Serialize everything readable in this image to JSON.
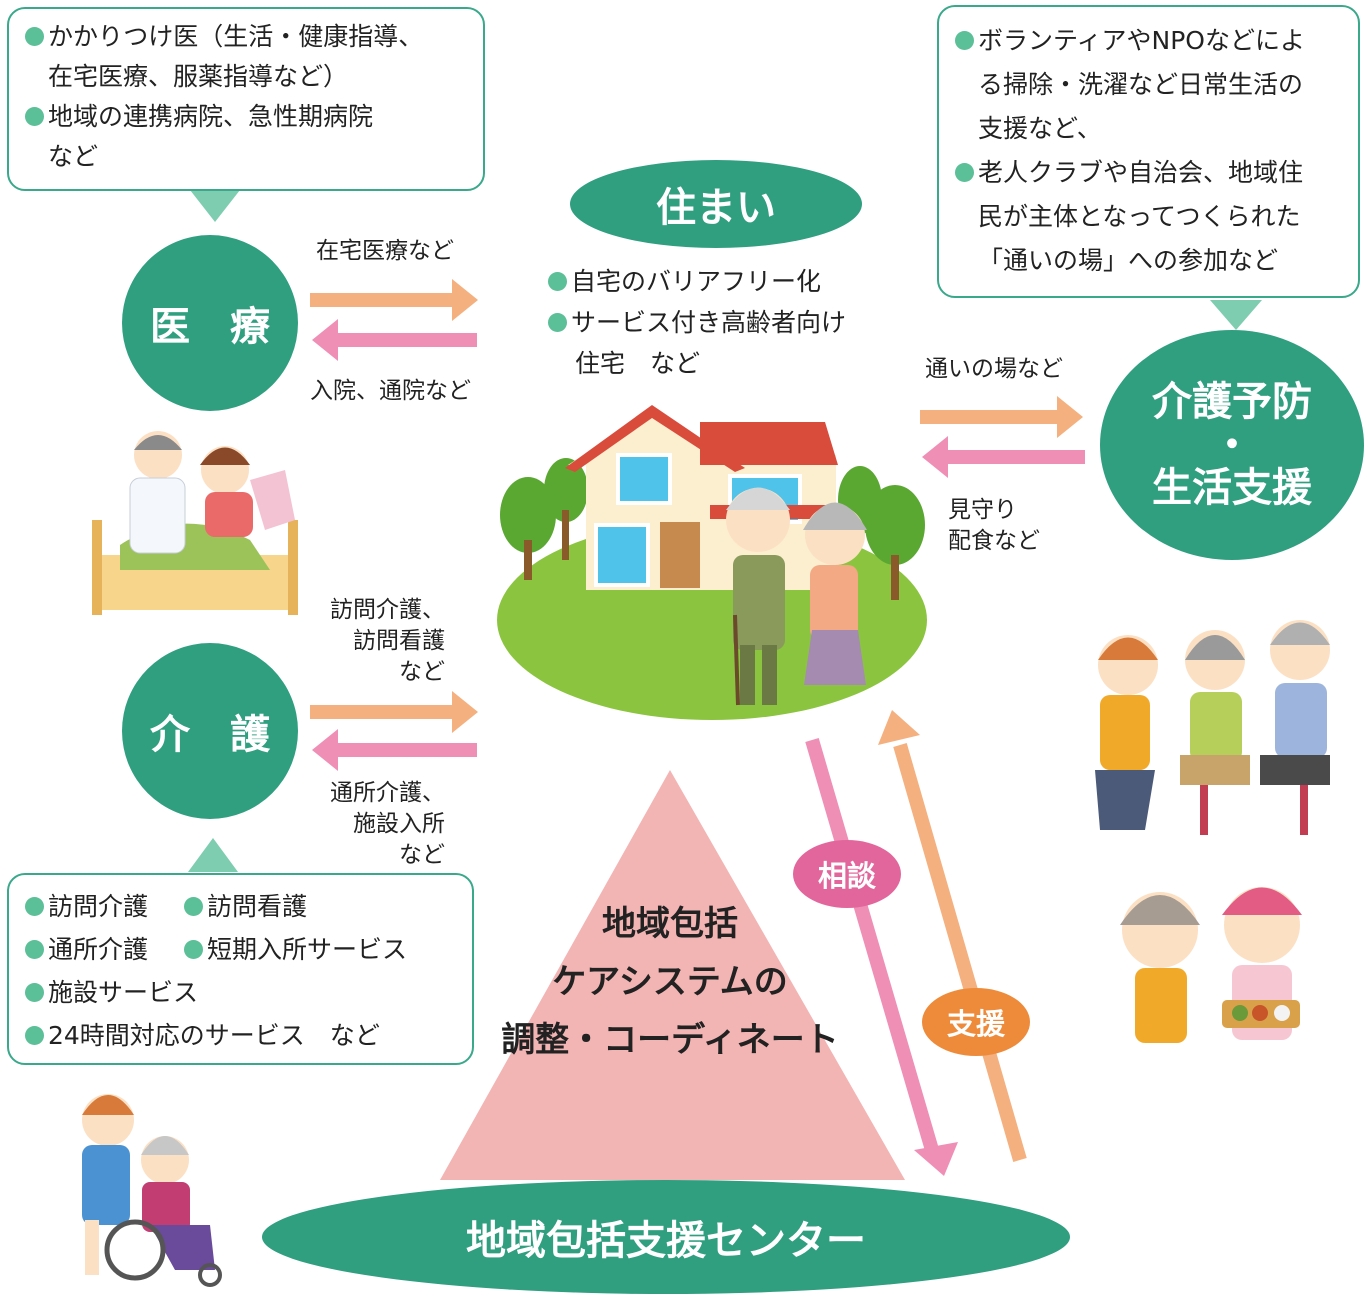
{
  "medical_box": {
    "items": [
      {
        "lines": [
          "かかりつけ医（生活・健康指導、",
          "在宅医療、服薬指導など）"
        ]
      },
      {
        "lines": [
          "地域の連携病院、急性期病院",
          "など"
        ]
      }
    ]
  },
  "support_box": {
    "items": [
      {
        "lines": [
          "ボランティアやNPOなどによ",
          "る掃除・洗濯など日常生活の",
          "支援など、"
        ]
      },
      {
        "lines": [
          "老人クラブや自治会、地域住",
          "民が主体となってつくられた",
          "「通いの場」への参加など"
        ]
      }
    ]
  },
  "care_box": {
    "rows": [
      [
        "訪問介護",
        "訪問看護"
      ],
      [
        "通所介護",
        "短期入所サービス"
      ],
      [
        "施設サービス"
      ],
      [
        "24時間対応のサービス　など"
      ]
    ]
  },
  "nodes": {
    "medical": "医　療",
    "care": "介　護",
    "prevention_line1": "介護予防",
    "prevention_dot": "・",
    "prevention_line2": "生活支援",
    "housing": "住まい",
    "center": "地域包括支援センター"
  },
  "housing_items": {
    "item1": "自宅のバリアフリー化",
    "item2": "サービス付き高齢者向け",
    "item2_cont": "住宅　など"
  },
  "arrow_labels": {
    "med_to_home": "在宅医療など",
    "home_to_med": "入院、通院など",
    "care_to_home": [
      "訪問介護、",
      "訪問看護",
      "など"
    ],
    "home_to_care": [
      "通所介護、",
      "施設入所",
      "など"
    ],
    "home_to_prev": "通いの場など",
    "prev_to_home": [
      "見守り",
      "配食など"
    ]
  },
  "pyramid_text": [
    "地域包括",
    "ケアシステムの",
    "調整・コーディネート"
  ],
  "badges": {
    "consult": "相談",
    "support": "支援"
  },
  "colors": {
    "teal": "#2f9f80",
    "teal_light": "#5bbf98",
    "arrow_orange": "#f4b07e",
    "arrow_pink": "#ef8fb6",
    "pyramid": "#f3b4b4",
    "badge_pink": "#e2669b",
    "badge_orange": "#ee8b3a",
    "grass": "#8bc53f",
    "roof": "#d94c3c"
  },
  "icons": [
    "doctor-patient-illustration",
    "house-elderly-couple-illustration",
    "caregiver-exercise-illustration",
    "meal-delivery-illustration",
    "wheelchair-caregiver-illustration"
  ]
}
